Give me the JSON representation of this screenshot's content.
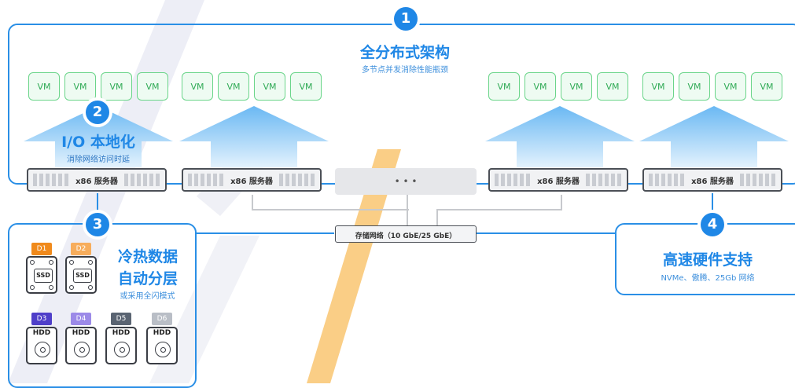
{
  "badges": [
    "1",
    "2",
    "3",
    "4"
  ],
  "section1": {
    "title": "全分布式架构",
    "subtitle": "多节点并发消除性能瓶颈"
  },
  "section2": {
    "title": "I/O 本地化",
    "subtitle": "消除网络访问时延"
  },
  "section3": {
    "title_line1": "冷热数据",
    "title_line2": "自动分层",
    "subtitle": "或采用全闪模式"
  },
  "section4": {
    "title": "高速硬件支持",
    "subtitle": "NVMe、傲腾、25Gb 网络"
  },
  "vm_label": "VM",
  "server_label": "x86 服务器",
  "ellipsis": "• • •",
  "network_label": "存储网络（10 GbE/25 GbE）",
  "disks": [
    {
      "tag": "D1",
      "type": "SSD",
      "color": "#f08a1c"
    },
    {
      "tag": "D2",
      "type": "SSD",
      "color": "#f7ad5c"
    },
    {
      "tag": "D3",
      "type": "HDD",
      "color": "#4f3fc9"
    },
    {
      "tag": "D4",
      "type": "HDD",
      "color": "#9c8ae8"
    },
    {
      "tag": "D5",
      "type": "HDD",
      "color": "#5a6472"
    },
    {
      "tag": "D6",
      "type": "HDD",
      "color": "#b9bec6"
    }
  ],
  "colors": {
    "accent": "#1f87e6",
    "vm_green": "#2faa55",
    "server_gray": "#4b4f56"
  }
}
